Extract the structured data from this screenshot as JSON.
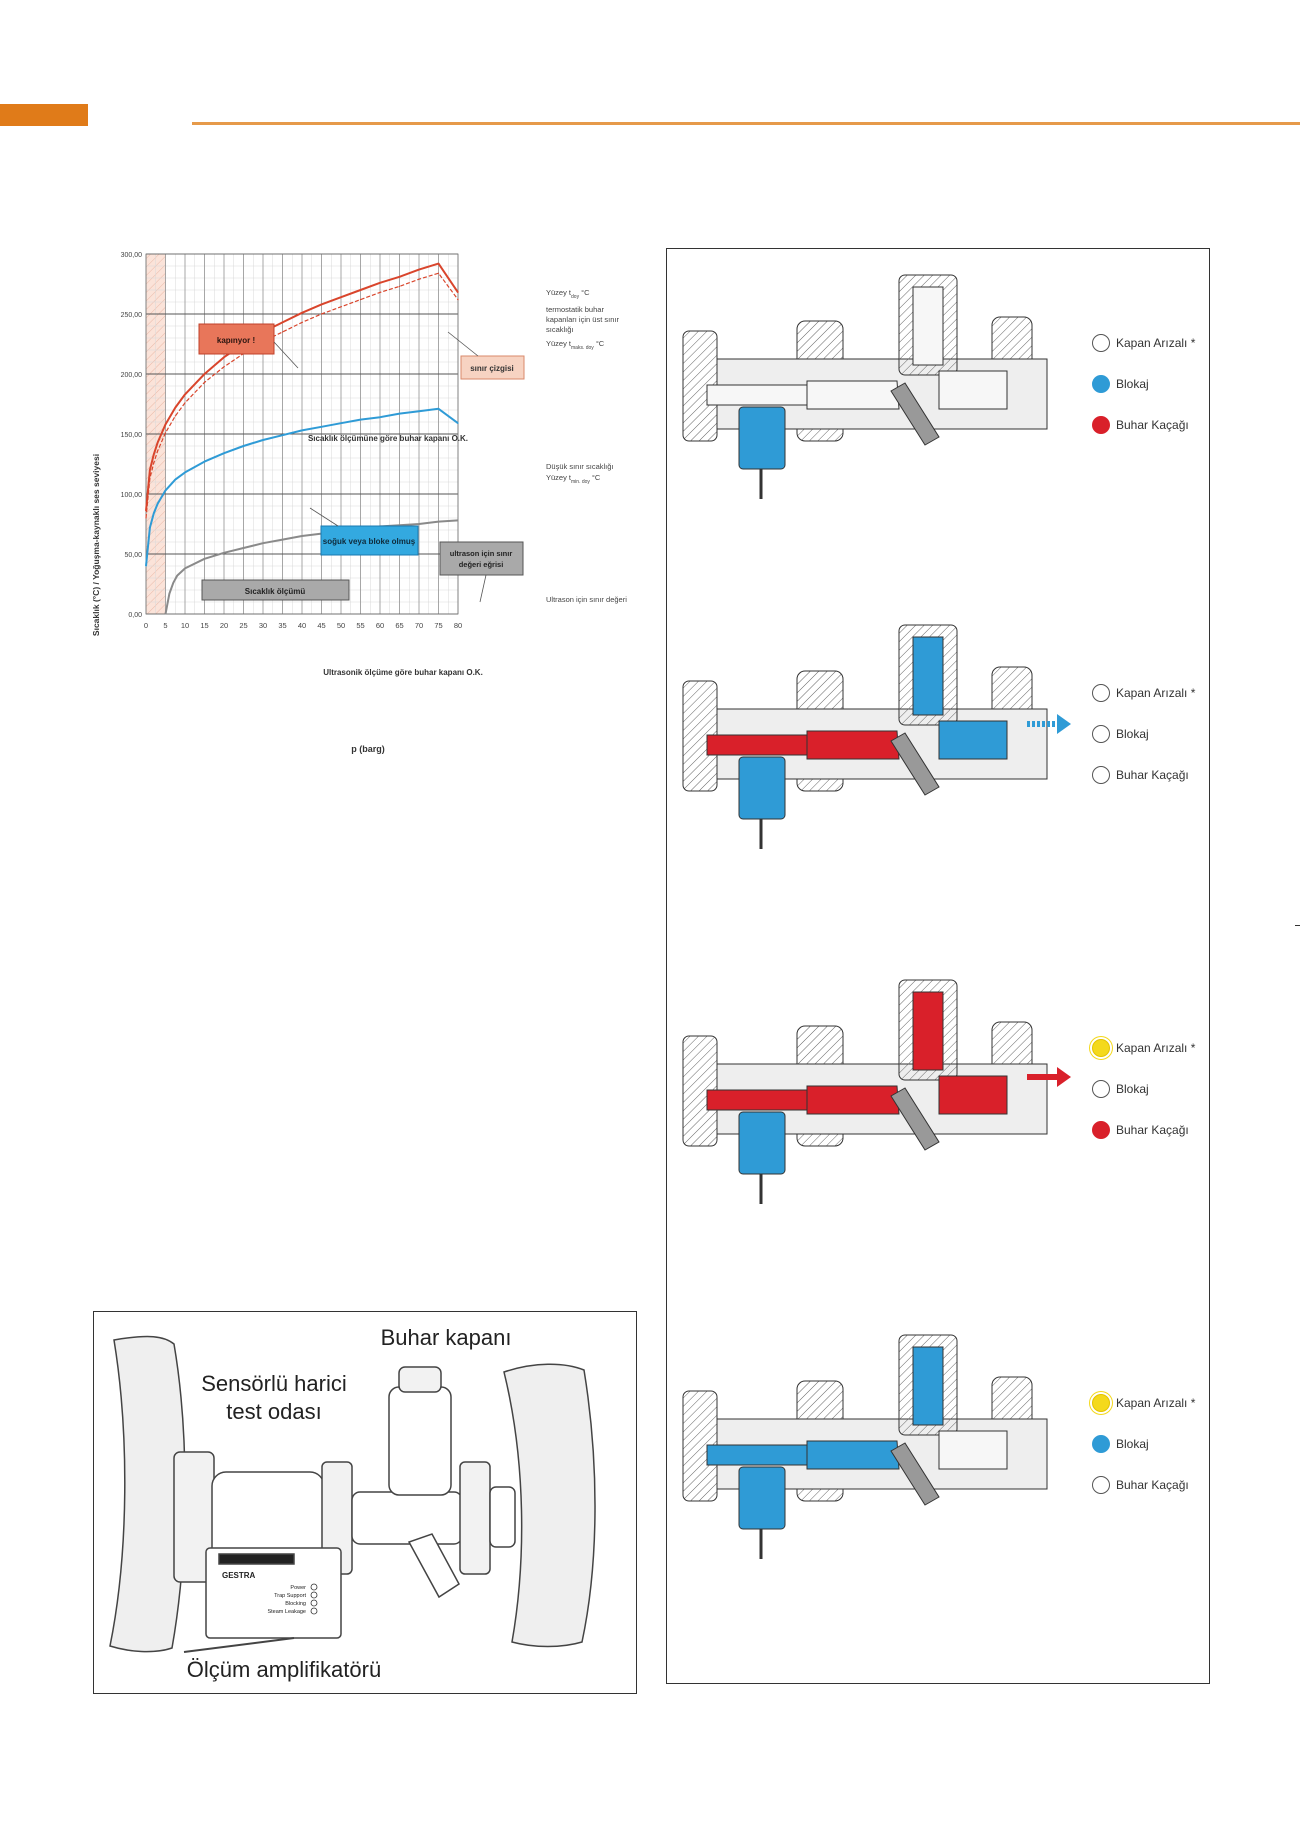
{
  "colors": {
    "accent": "#e07b19",
    "rule": "#e69a4a",
    "red": "#d9202a",
    "blue": "#2f9bd6",
    "grey": "#7a7a7a",
    "yellow": "#f4d91c"
  },
  "chart_data": {
    "type": "line",
    "xlabel": "p (barg)",
    "ylabel": "Sıcaklık (°C) / Yoğuşma-kaynaklı ses seviyesi",
    "xlim": [
      0,
      80
    ],
    "ylim": [
      0,
      300
    ],
    "x_ticks": [
      "0",
      "5",
      "10",
      "15",
      "20",
      "25",
      "30",
      "35",
      "40",
      "45",
      "50",
      "55",
      "60",
      "65",
      "70",
      "75",
      "80"
    ],
    "y_ticks": [
      "0,00",
      "50,00",
      "100,00",
      "150,00",
      "200,00",
      "250,00",
      "300,00"
    ],
    "grid": true,
    "series": [
      {
        "name": "Yüzey t_doy °C",
        "color": "red",
        "style": "solid",
        "x": [
          0,
          1,
          2,
          3,
          5,
          7.5,
          10,
          15,
          20,
          25,
          30,
          35,
          40,
          45,
          50,
          55,
          60,
          65,
          70,
          75,
          80
        ],
        "y": [
          86,
          120,
          133,
          143,
          158,
          172,
          183,
          200,
          214,
          225,
          235,
          243,
          251,
          258,
          264,
          270,
          276,
          281,
          287,
          292,
          268
        ]
      },
      {
        "name": "termostatik buhar kapanları için üst sınır sıcaklığı",
        "color": "red",
        "style": "dashed",
        "x": [
          0,
          1,
          2,
          3,
          5,
          7.5,
          10,
          15,
          20,
          25,
          30,
          35,
          40,
          45,
          50,
          55,
          60,
          65,
          70,
          75,
          80
        ],
        "y": [
          80,
          113,
          126,
          136,
          151,
          165,
          176,
          193,
          206,
          217,
          227,
          235,
          243,
          250,
          256,
          262,
          268,
          273,
          279,
          284,
          262
        ]
      },
      {
        "name": "Düşük sınır sıcaklığı",
        "color": "blue",
        "style": "solid",
        "x": [
          0,
          1,
          2,
          3,
          5,
          7.5,
          10,
          15,
          20,
          25,
          30,
          35,
          40,
          45,
          50,
          55,
          60,
          65,
          70,
          75,
          80
        ],
        "y": [
          40,
          72,
          84,
          92,
          103,
          112,
          118,
          127,
          134,
          140,
          145,
          149,
          153,
          156,
          159,
          162,
          164,
          167,
          169,
          171,
          159
        ]
      },
      {
        "name": "Ultrason için sınır değeri",
        "color": "grey",
        "style": "solid",
        "x": [
          5,
          6,
          7,
          8,
          10,
          15,
          20,
          25,
          30,
          35,
          40,
          45,
          50,
          55,
          60,
          65,
          70,
          75,
          80
        ],
        "y": [
          0,
          17,
          26,
          32,
          38,
          46,
          51,
          55,
          59,
          62,
          65,
          67,
          69,
          71,
          73,
          74,
          75,
          77,
          78
        ]
      }
    ],
    "highlight_band": {
      "x": [
        0,
        5
      ]
    },
    "annotations": {
      "kapiyor": "kapınyor !",
      "sinir_cizgisi": "sınır çizgisi",
      "sicaklik_ok": "Sıcaklık ölçümüne göre buhar kapanı O.K.",
      "soguk": "soğuk veya bloke olmuş",
      "ultrason_egri_1": "ultrason için sınır",
      "ultrason_egri_2": "değeri eğrisi",
      "sicaklik_olcumu": "Sıcaklık ölçümü",
      "ultrasonik_ok": "Ultrasonik ölçüme göre buhar kapanı O.K.",
      "right_yuzey_tdoy_1": "Yüzey t",
      "right_yuzey_tdoy_sub": "doy",
      "right_yuzey_tdoy_unit": "°C",
      "right_term_1": "termostatik buhar",
      "right_term_2": "kapanları için üst sınır",
      "right_term_3": "sıcaklığı",
      "right_yuzey_tmaks_sub": "maks. doy",
      "right_dusuk": "Düşük sınır sıcaklığı",
      "right_yuzey_tmin_sub": "min. doy",
      "right_ultrason": "Ultrason için sınır değeri"
    }
  },
  "install_diagram": {
    "trap": "Buhar kapanı",
    "chamber_1": "Sensörlü harici",
    "chamber_2": "test odası",
    "amplifier": "Ölçüm amplifikatörü",
    "device_brand": "GESTRA",
    "device_rows": [
      "Power",
      "Trap Support",
      "Blocking",
      "Steam Leakage"
    ]
  },
  "states": [
    {
      "legend": [
        {
          "label": "Kapan Arızalı *",
          "color": "white"
        },
        {
          "label": "Blokaj",
          "color": "blue"
        },
        {
          "label": "Buhar Kaçağı",
          "color": "red"
        }
      ]
    },
    {
      "legend": [
        {
          "label": "Kapan Arızalı *",
          "color": "white"
        },
        {
          "label": "Blokaj",
          "color": "white"
        },
        {
          "label": "Buhar Kaçağı",
          "color": "white"
        }
      ]
    },
    {
      "legend": [
        {
          "label": "Kapan Arızalı *",
          "color": "yellow"
        },
        {
          "label": "Blokaj",
          "color": "white"
        },
        {
          "label": "Buhar Kaçağı",
          "color": "red"
        }
      ]
    },
    {
      "legend": [
        {
          "label": "Kapan Arızalı *",
          "color": "yellow"
        },
        {
          "label": "Blokaj",
          "color": "blue"
        },
        {
          "label": "Buhar Kaçağı",
          "color": "white"
        }
      ]
    }
  ]
}
